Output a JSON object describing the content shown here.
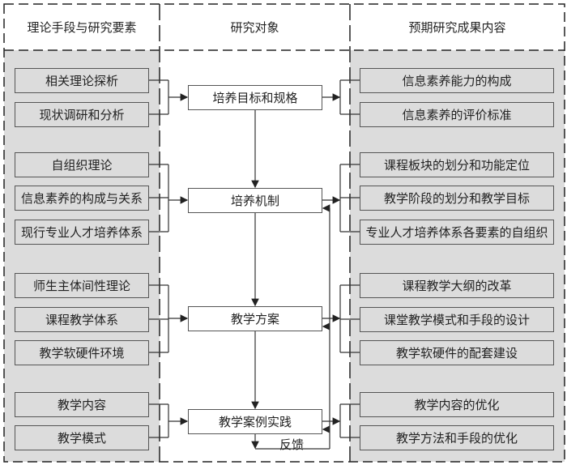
{
  "headers": [
    "理论手段与研究要素",
    "研究对象",
    "预期研究成果内容"
  ],
  "left_groups": [
    [
      "相关理论探析",
      "现状调研和分析"
    ],
    [
      "自组织理论",
      "信息素养的构成与关系",
      "现行专业人才培养体系"
    ],
    [
      "师生主体间性理论",
      "课程教学体系",
      "教学软硬件环境"
    ],
    [
      "教学内容",
      "教学模式"
    ]
  ],
  "middle": [
    "培养目标和规格",
    "培养机制",
    "教学方案",
    "教学案例实践"
  ],
  "right_groups": [
    [
      "信息素养能力的构成",
      "信息素养的评价标准"
    ],
    [
      "课程板块的划分和功能定位",
      "教学阶段的划分和教学目标",
      "专业人才培养体系各要素的自组织"
    ],
    [
      "课程教学大纲的改革",
      "课堂教学模式和手段的设计",
      "教学软硬件的配套建设"
    ],
    [
      "教学内容的优化",
      "教学方法和手段的优化"
    ]
  ],
  "feedback_label": "反馈"
}
